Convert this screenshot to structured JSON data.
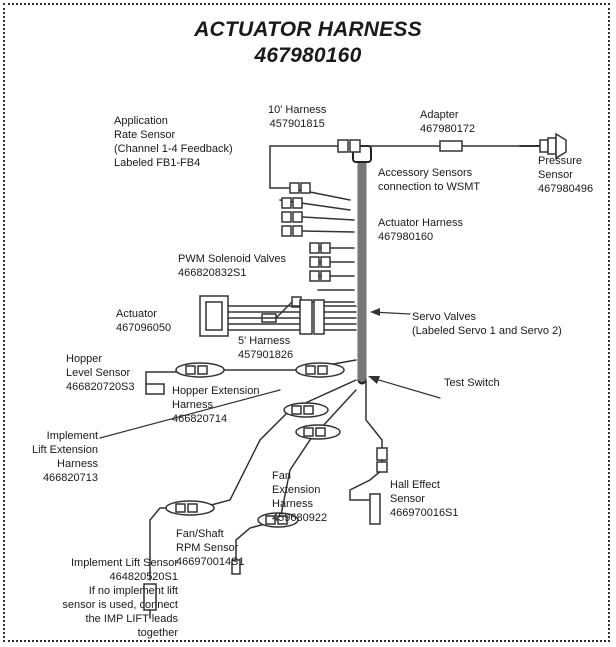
{
  "title": "ACTUATOR HARNESS",
  "part_number": "467980160",
  "labels": {
    "rate_sensor": [
      "Application",
      "Rate Sensor",
      "(Channel 1-4 Feedback)",
      "Labeled FB1-FB4"
    ],
    "harness_10": [
      "10' Harness",
      "457901815"
    ],
    "adapter": [
      "Adapter",
      "467980172"
    ],
    "pressure_sensor": [
      "Pressure",
      "Sensor",
      "467980496"
    ],
    "accessory_sensors": [
      "Accessory Sensors",
      "connection to WSMT"
    ],
    "actuator_harness": [
      "Actuator Harness",
      "467980160"
    ],
    "pwm_valves": [
      "PWM Solenoid Valves",
      "466820832S1"
    ],
    "actuator": [
      "Actuator",
      "467096050"
    ],
    "harness_5": [
      "5' Harness",
      "457901826"
    ],
    "servo_valves": [
      "Servo Valves",
      "(Labeled Servo 1 and Servo 2)"
    ],
    "hopper_level": [
      "Hopper",
      "Level Sensor",
      "466820720S3"
    ],
    "hopper_ext": [
      "Hopper Extension",
      "Harness",
      "466820714"
    ],
    "test_switch": [
      "Test Switch"
    ],
    "implement_lift_ext": [
      "Implement",
      "Lift Extension",
      "Harness",
      "466820713"
    ],
    "fan_ext": [
      "Fan",
      "Extension",
      "Harness",
      "459680922"
    ],
    "hall_effect": [
      "Hall Effect",
      "Sensor",
      "466970016S1"
    ],
    "fan_shaft": [
      "Fan/Shaft",
      "RPM Sensor",
      "466970014S1"
    ],
    "implement_lift_sensor": [
      "Implement Lift Sensor",
      "464820520S1",
      "If no implement lift",
      "sensor is used, connect",
      "the IMP LIFT leads",
      "together"
    ]
  }
}
